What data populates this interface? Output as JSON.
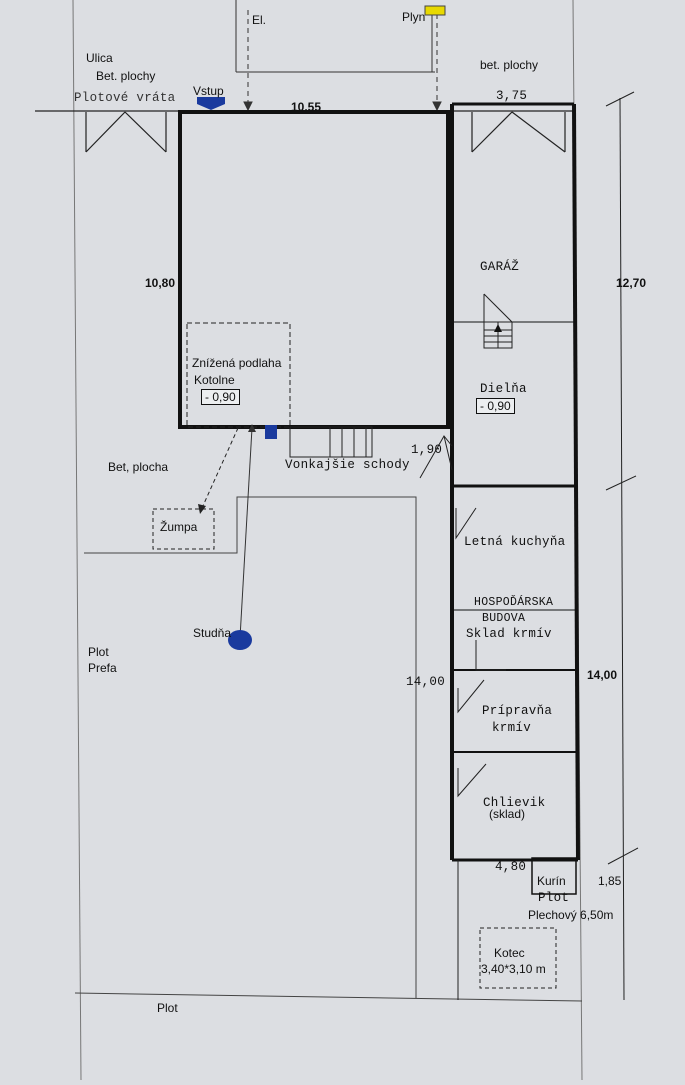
{
  "utility_labels": {
    "electricity": "El.",
    "gas": "Plyn"
  },
  "street": {
    "ulica": "Ulica",
    "concrete_left": "Bet. plochy",
    "concrete_right": "bet. plochy",
    "gate": "Plotové vráta",
    "entrance": "Vstup"
  },
  "dimensions": {
    "house_width": "10.55",
    "garage_width": "3,75",
    "house_depth": "10,80",
    "garage_depth": "12,70",
    "steps_offset": "1,90",
    "outbuilding_left": "14,00",
    "outbuilding_right": "14,00",
    "bottom_width": "4,80",
    "kurin_offset": "1,85"
  },
  "rooms": {
    "boiler_room_line1": "Znížená podlaha",
    "boiler_room_line2": "Kotolne",
    "boiler_room_level": "- 0,90",
    "garage": "GARÁŽ",
    "workshop": "Dielňa",
    "workshop_level": "- 0,90",
    "outdoor_stairs": "Vonkajšie schody",
    "summer_kitchen": "Letná kuchyňa",
    "farm_building_1": "HOSPOĎÁRSKA",
    "farm_building_2": "BUDOVA",
    "feed_storage": "Sklad krmív",
    "feed_prep_1": "Prípravňa",
    "feed_prep_2": "krmív",
    "shed": "Chlievik",
    "shed_sub": "(sklad)",
    "henhouse": "Kurín",
    "coop_name": "Kotec",
    "coop_size": "3,40*3,10 m"
  },
  "yard": {
    "concrete": "Bet, plocha",
    "septic": "Žumpa",
    "well": "Studňa",
    "fence_side_1": "Plot",
    "fence_side_2": "Prefa",
    "fence_bottom": "Plot",
    "fence_metal_1": "Plot",
    "fence_metal_2": "Plechový 6,50m"
  },
  "colors": {
    "paper": "#dcdee2",
    "line": "#111111",
    "marker": "#1a3a9e",
    "gas_marker": "#e8d800"
  }
}
